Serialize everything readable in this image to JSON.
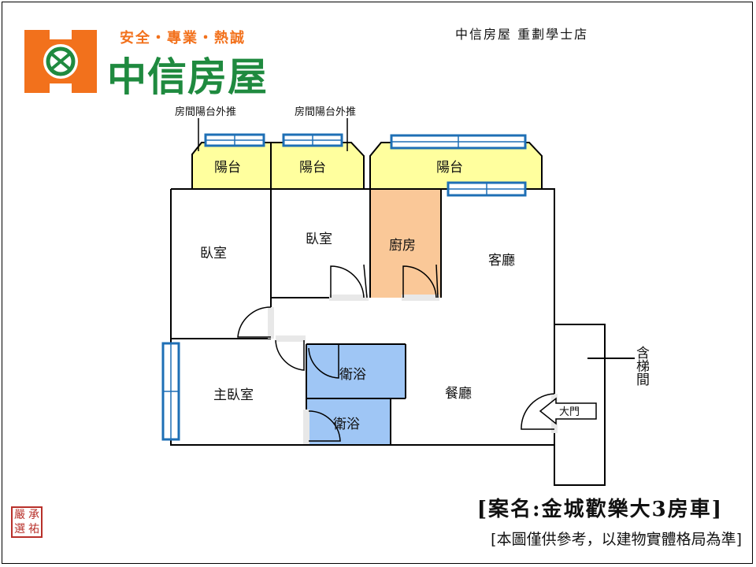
{
  "logo": {
    "tagline": "安全・專業・熱誠",
    "name": "中信房屋"
  },
  "store_name": "中信房屋  重劃學士店",
  "balcony_notes": [
    "房間陽台外推",
    "房間陽台外推"
  ],
  "rooms": {
    "balcony_1": "陽台",
    "balcony_2": "陽台",
    "balcony_3": "陽台",
    "bedroom_1": "臥室",
    "bedroom_2": "臥室",
    "kitchen": "廚房",
    "living_room": "客廳",
    "bathroom_1": "衛浴",
    "bathroom_2": "衛浴",
    "master_bedroom": "主臥室",
    "dining_room": "餐廳",
    "main_door": "大門",
    "stair_lift": "含梯間"
  },
  "colors": {
    "balcony": "#ffff9e",
    "kitchen": "#fac898",
    "bathroom": "#9fc6f5",
    "window": "#1e6fb5",
    "logo_orange": "#f2711c",
    "logo_green": "#1f8a3f",
    "seal_red": "#b8302a"
  },
  "listing_title": "[案名:金城歡樂大3房車]",
  "disclaimer": "[本圖僅供參考，以建物實體格局為準]",
  "seal_chars": [
    "嚴",
    "承",
    "選",
    "祐"
  ]
}
